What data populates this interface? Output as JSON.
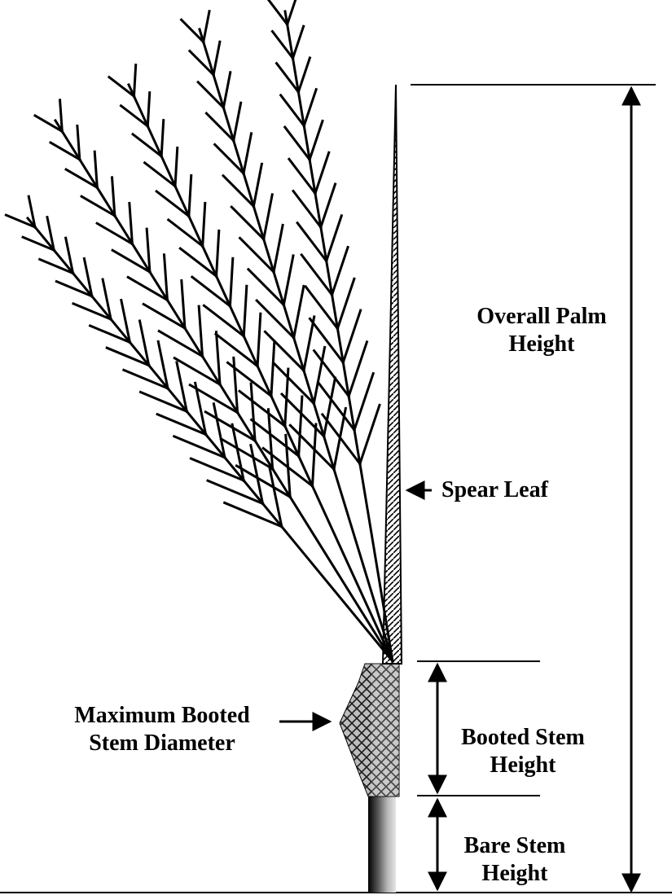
{
  "labels": {
    "overall_palm_height": [
      "Overall Palm",
      "Height"
    ],
    "spear_leaf": "Spear Leaf",
    "booted_stem_height": [
      "Booted Stem",
      "Height"
    ],
    "max_booted_stem_diameter": [
      "Maximum Booted",
      "Stem Diameter"
    ],
    "bare_stem_height": [
      "Bare Stem",
      "Height"
    ]
  },
  "colors": {
    "ink": "#000000",
    "background": "#ffffff",
    "stem_shade": "#8a8a8a"
  }
}
